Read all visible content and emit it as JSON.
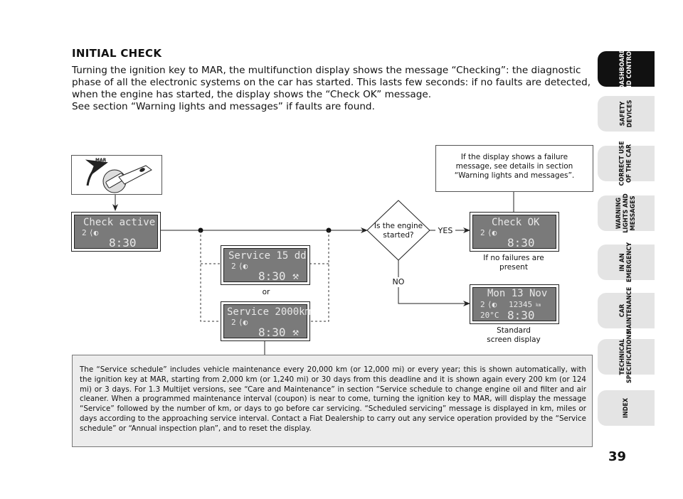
{
  "heading": "INITIAL CHECK",
  "intro": {
    "p1": "Turning the ignition key to MAR, the multifunction display shows the message “Checking”: the diagnostic phase of all the electronic systems on the car has started. This lasts few seconds: if no faults are detected, when the engine has started, the display shows the “Check OK” message.",
    "p2": "See section “Warning lights and messages” if faults are found."
  },
  "sidebar": [
    {
      "label": "DASHBOARD\nAND CONTROLS",
      "active": true
    },
    {
      "label": "SAFETY\nDEVICES",
      "active": false
    },
    {
      "label": "CORRECT USE\nOF THE CAR",
      "active": false
    },
    {
      "label": "WARNING\nLIGHTS AND\nMESSAGES",
      "active": false
    },
    {
      "label": "IN AN\nEMERGENCY",
      "active": false
    },
    {
      "label": "CAR\nMAINTENANCE",
      "active": false
    },
    {
      "label": "TECHNICAL\nSPECIFICATIONS",
      "active": false
    },
    {
      "label": "INDEX",
      "active": false
    }
  ],
  "page_number": "39",
  "key_label": "MAR",
  "displays": {
    "check_active": {
      "line1": "Check active",
      "line2": "2",
      "time": "8:30"
    },
    "service_dd": {
      "line1": "Service  15 dd",
      "line2": "2",
      "time": "8:30"
    },
    "service_km": {
      "line1": "Service 2000km",
      "line2": "2",
      "time": "8:30"
    },
    "check_ok": {
      "line1": "Check OK",
      "line2": "2",
      "time": "8:30"
    },
    "standard": {
      "line1": "Mon 13 Nov",
      "line2": "2",
      "odo": "12345",
      "unit": "km",
      "temp": "20°C",
      "time": "8:30"
    }
  },
  "diagram": {
    "decision": "Is the engine\nstarted?",
    "yes": "YES",
    "no": "NO",
    "or": "or",
    "failure_note": "If the display shows a failure message, see details in section “Warning lights and messages”.",
    "no_failures": "If no failures are\npresent",
    "standard_caption": "Standard\nscreen display"
  },
  "note": "The “Service schedule” includes vehicle maintenance every 20,000 km (or 12,000 mi) or every year; this is shown automatically, with the ignition key at MAR, starting from 2,000 km (or 1,240 mi) or 30 days from this deadline and it is shown again every 200 km (or 124 mi) or 3 days. For 1.3 Multijet versions, see “Care and Maintenance” in section “Service schedule to change engine oil and filter and air cleaner. When a programmed maintenance interval (coupon) is near to come, turning the ignition key to MAR, will display the message “Service” followed by the number of km, or days to go before car servicing. “Scheduled servicing” message is displayed in km, miles or days according to the approaching service interval. Contact a Fiat Dealership to carry out any service operation provided by the “Service schedule” or “Annual inspection plan”, and to reset the display."
}
